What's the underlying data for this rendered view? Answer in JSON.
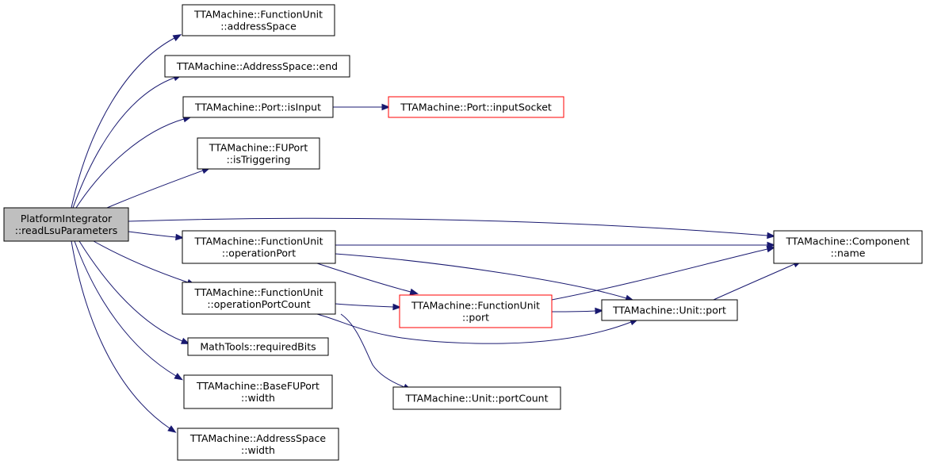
{
  "graph": {
    "nodes": [
      {
        "id": "root",
        "lines": [
          "PlatformIntegrator",
          "::readLsuParameters"
        ],
        "style": "root"
      },
      {
        "id": "fu_addressSpace",
        "lines": [
          "TTAMachine::FunctionUnit",
          "::addressSpace"
        ],
        "style": "normal"
      },
      {
        "id": "as_end",
        "lines": [
          "TTAMachine::AddressSpace::end"
        ],
        "style": "normal"
      },
      {
        "id": "port_isInput",
        "lines": [
          "TTAMachine::Port::isInput"
        ],
        "style": "normal"
      },
      {
        "id": "port_inputSocket",
        "lines": [
          "TTAMachine::Port::inputSocket"
        ],
        "style": "red"
      },
      {
        "id": "fuport_isTriggering",
        "lines": [
          "TTAMachine::FUPort",
          "::isTriggering"
        ],
        "style": "normal"
      },
      {
        "id": "fu_operationPort",
        "lines": [
          "TTAMachine::FunctionUnit",
          "::operationPort"
        ],
        "style": "normal"
      },
      {
        "id": "fu_operationPortCount",
        "lines": [
          "TTAMachine::FunctionUnit",
          "::operationPortCount"
        ],
        "style": "normal"
      },
      {
        "id": "mt_requiredBits",
        "lines": [
          "MathTools::requiredBits"
        ],
        "style": "normal"
      },
      {
        "id": "basefuport_width",
        "lines": [
          "TTAMachine::BaseFUPort",
          "::width"
        ],
        "style": "normal"
      },
      {
        "id": "as_width",
        "lines": [
          "TTAMachine::AddressSpace",
          "::width"
        ],
        "style": "normal"
      },
      {
        "id": "fu_port",
        "lines": [
          "TTAMachine::FunctionUnit",
          "::port"
        ],
        "style": "red"
      },
      {
        "id": "unit_port",
        "lines": [
          "TTAMachine::Unit::port"
        ],
        "style": "normal"
      },
      {
        "id": "unit_portCount",
        "lines": [
          "TTAMachine::Unit::portCount"
        ],
        "style": "normal"
      },
      {
        "id": "component_name",
        "lines": [
          "TTAMachine::Component",
          "::name"
        ],
        "style": "normal"
      }
    ],
    "edges": [
      {
        "from": "root",
        "to": "fu_addressSpace"
      },
      {
        "from": "root",
        "to": "as_end"
      },
      {
        "from": "root",
        "to": "port_isInput"
      },
      {
        "from": "root",
        "to": "fuport_isTriggering"
      },
      {
        "from": "root",
        "to": "component_name"
      },
      {
        "from": "root",
        "to": "fu_operationPort"
      },
      {
        "from": "root",
        "to": "fu_operationPortCount"
      },
      {
        "from": "root",
        "to": "mt_requiredBits"
      },
      {
        "from": "root",
        "to": "basefuport_width"
      },
      {
        "from": "root",
        "to": "as_width"
      },
      {
        "from": "port_isInput",
        "to": "port_inputSocket"
      },
      {
        "from": "fu_operationPort",
        "to": "component_name"
      },
      {
        "from": "fu_operationPort",
        "to": "fu_port"
      },
      {
        "from": "fu_operationPort",
        "to": "unit_port"
      },
      {
        "from": "fu_operationPortCount",
        "to": "fu_port"
      },
      {
        "from": "fu_operationPortCount",
        "to": "unit_port"
      },
      {
        "from": "fu_operationPortCount",
        "to": "unit_portCount"
      },
      {
        "from": "fu_port",
        "to": "component_name"
      },
      {
        "from": "fu_port",
        "to": "unit_port"
      },
      {
        "from": "unit_port",
        "to": "component_name"
      }
    ],
    "colors": {
      "edge": "#191970",
      "root_fill": "#bfbfbf",
      "red_border": "#ff0000",
      "border": "#000000"
    }
  }
}
